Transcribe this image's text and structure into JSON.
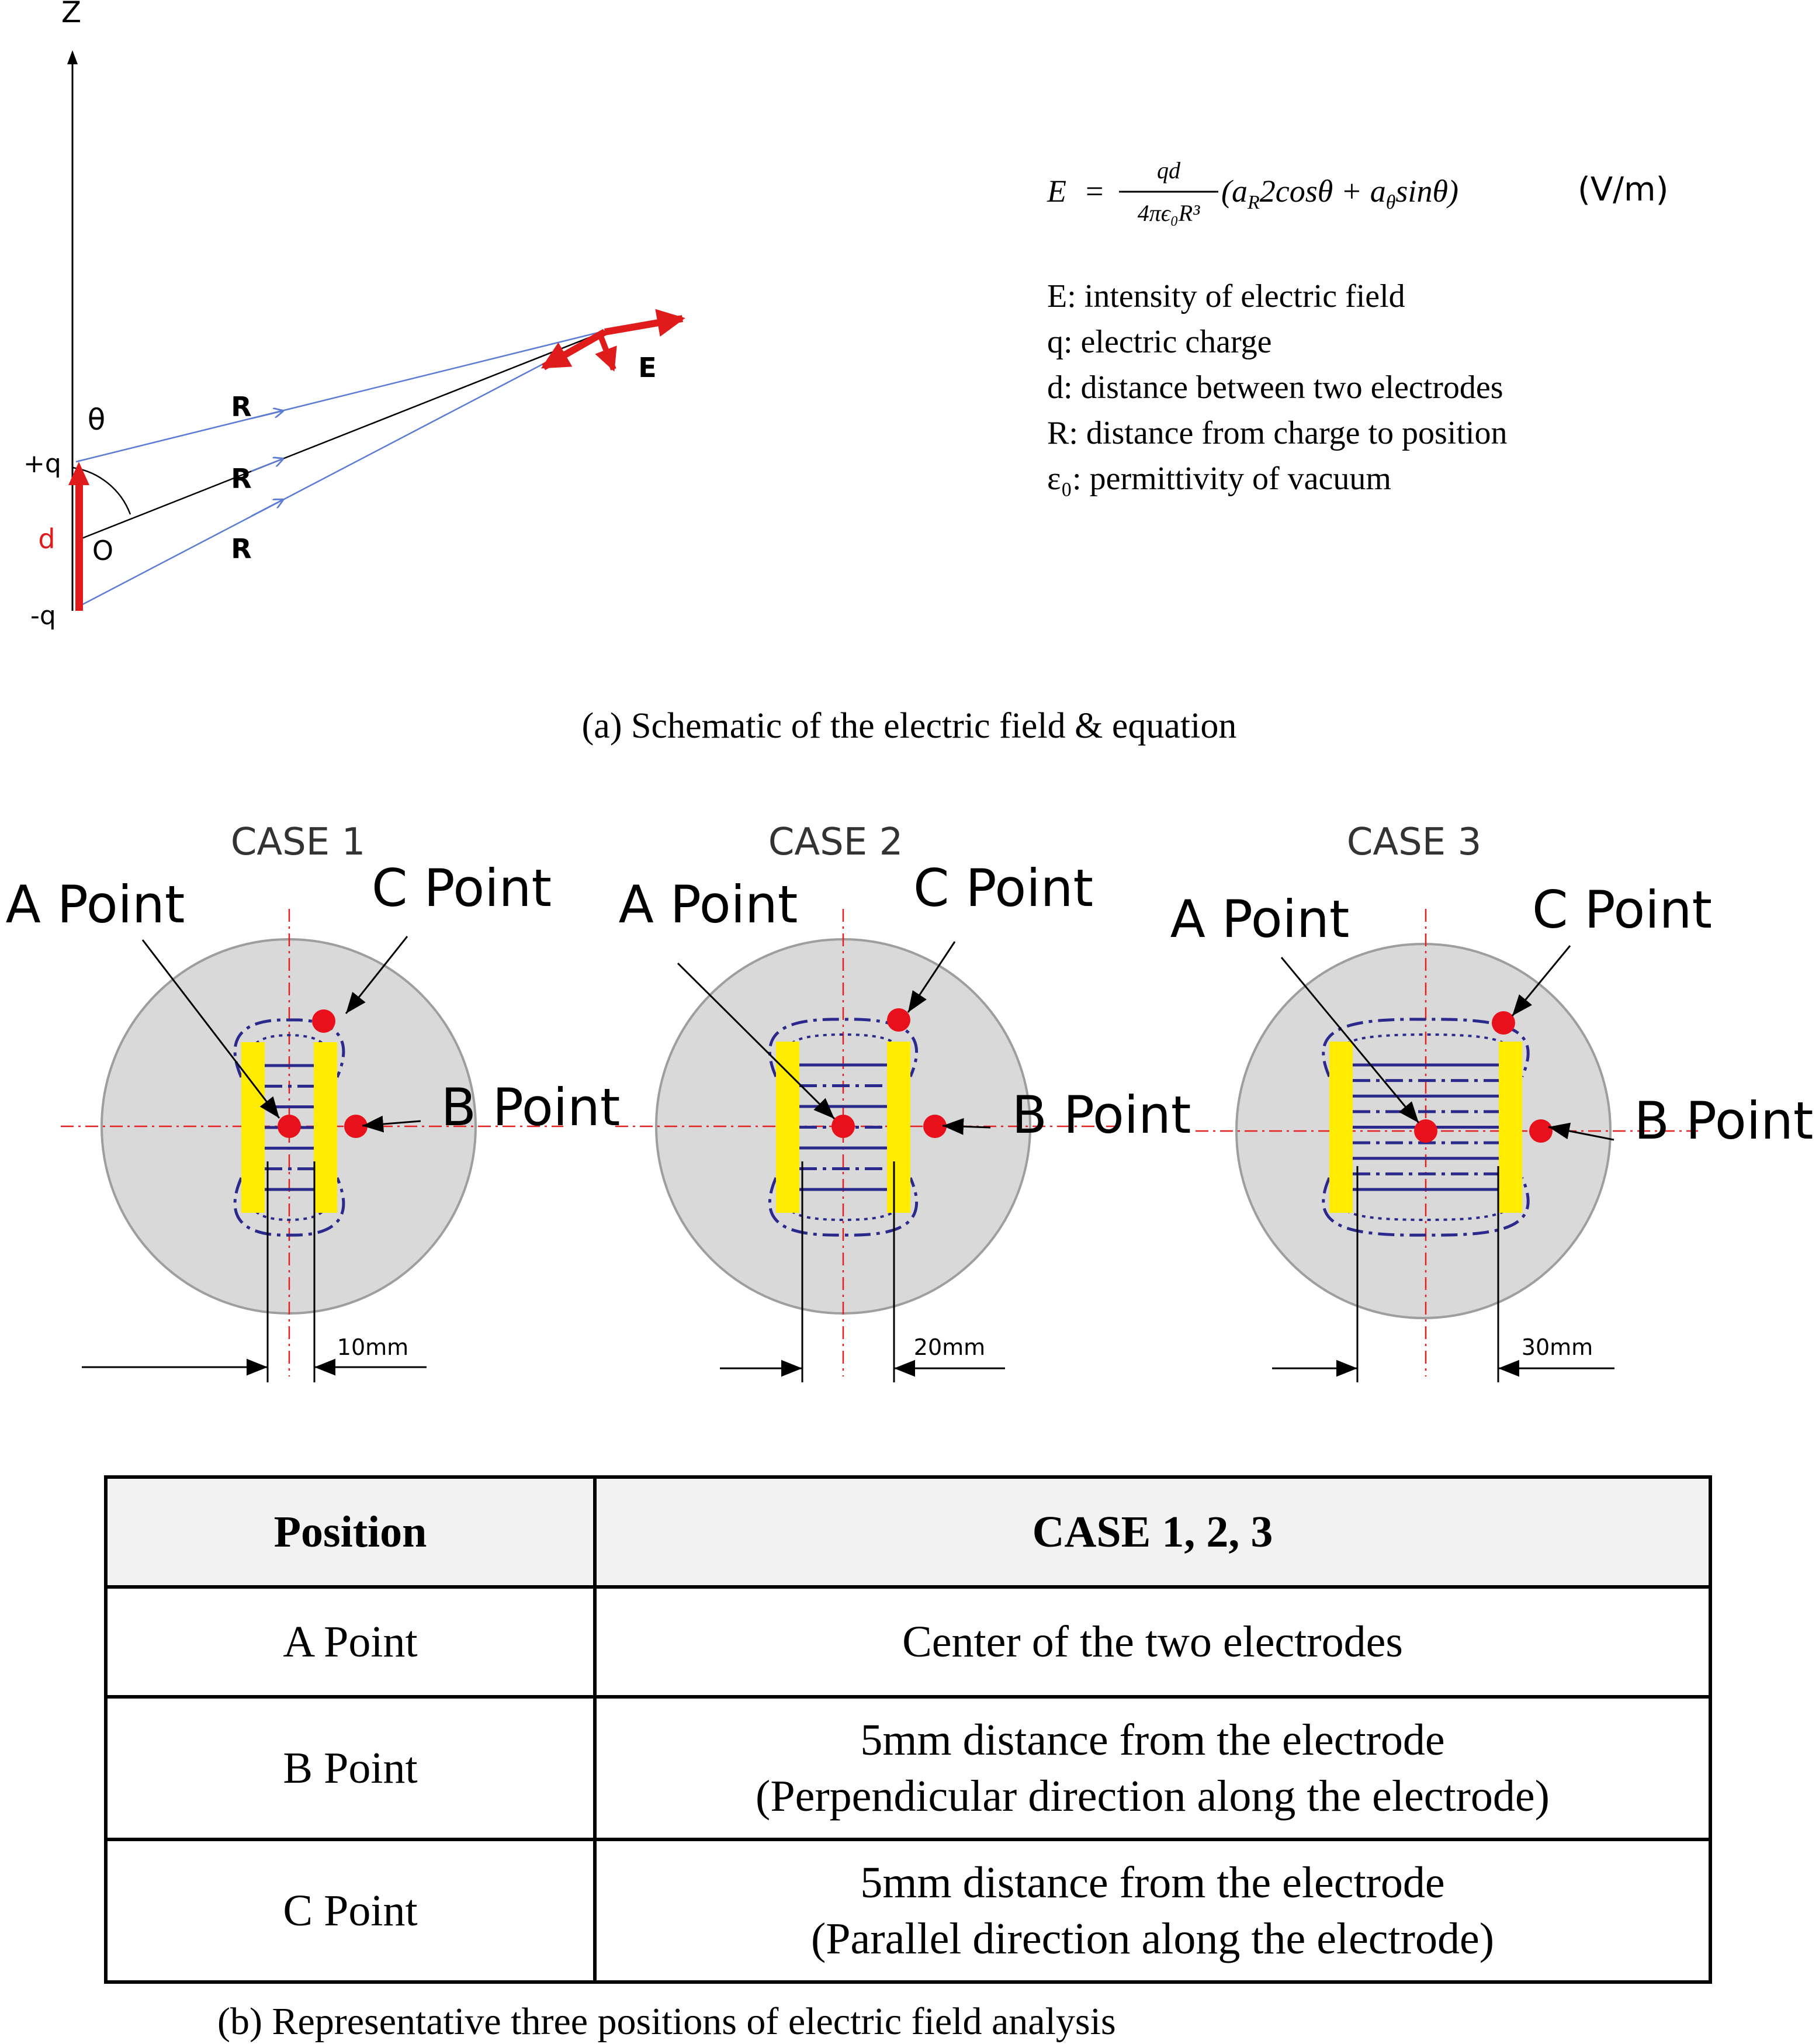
{
  "panel_a": {
    "axis_label": "Z",
    "theta_label": "θ",
    "r_labels": [
      "R",
      "R",
      "R"
    ],
    "e_label": "E",
    "plus_q": "+q",
    "minus_q": "-q",
    "d_label": "d",
    "origin_label": "O",
    "equation": {
      "lhs": "E",
      "equals": "=",
      "numerator": "qd",
      "denominator": "4πϵ₀R³",
      "bracket": "(a",
      "sub_r": "R",
      "term1": "2cosθ + a",
      "sub_theta": "θ",
      "term2": "sinθ)",
      "unit": "(V/m)"
    },
    "definitions": [
      "E: intensity of electric field",
      "q: electric charge",
      "d: distance between two electrodes",
      "R: distance from charge to position",
      "ε₀: permittivity of vacuum"
    ],
    "caption": "(a) Schematic of the electric field & equation"
  },
  "cases": [
    {
      "title": "CASE 1",
      "dimension": "10mm",
      "a_label": "A Point",
      "b_label": "B Point",
      "c_label": "C Point"
    },
    {
      "title": "CASE 2",
      "dimension": "20mm",
      "a_label": "A Point",
      "b_label": "B Point",
      "c_label": "C Point"
    },
    {
      "title": "CASE 3",
      "dimension": "30mm",
      "a_label": "A Point",
      "b_label": "B Point",
      "c_label": "C Point"
    }
  ],
  "colors": {
    "electrode": "#ffec00",
    "point": "#e8101a",
    "field_line": "#2b2a8c",
    "arrow_red": "#e01b1b",
    "disc": "#d9d9d9"
  },
  "table": {
    "headers": [
      "Position",
      "CASE 1, 2, 3"
    ],
    "rows": [
      {
        "position": "A Point",
        "description": [
          "Center of the two electrodes"
        ]
      },
      {
        "position": "B Point",
        "description": [
          "5mm distance from the electrode",
          "(Perpendicular direction along the electrode)"
        ]
      },
      {
        "position": "C Point",
        "description": [
          "5mm distance from the electrode",
          "(Parallel direction along the electrode)"
        ]
      }
    ]
  },
  "caption_b": "(b)  Representative three positions of electric field analysis"
}
